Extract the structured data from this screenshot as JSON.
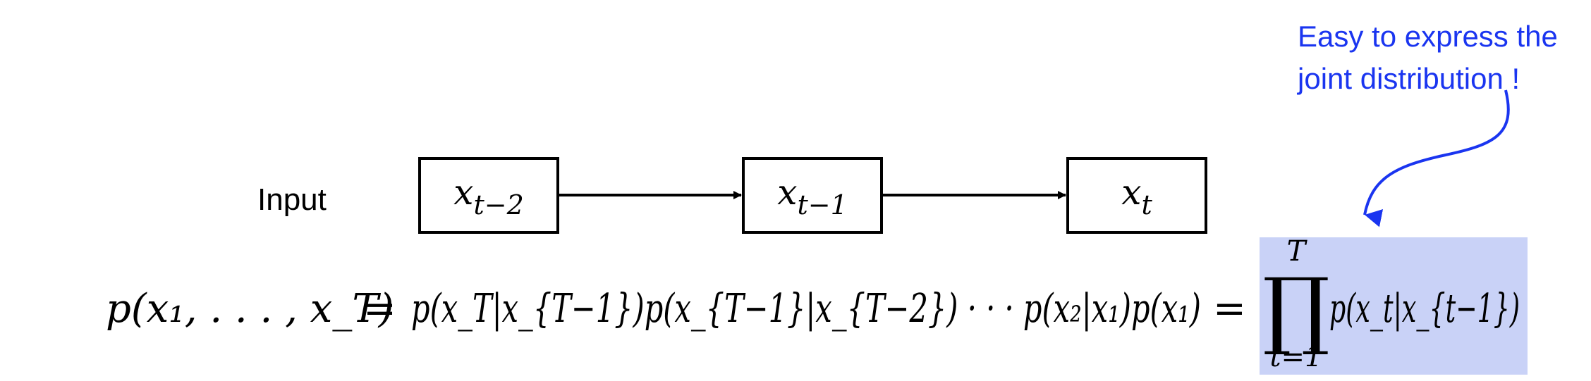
{
  "annotation": {
    "line1": "Easy to express the",
    "line2": "joint distribution !",
    "color": "#1a35f0"
  },
  "input_label": "Input",
  "nodes": [
    {
      "base": "x",
      "sub": "t−2"
    },
    {
      "base": "x",
      "sub": "t−1"
    },
    {
      "base": "x",
      "sub": "t"
    }
  ],
  "equation": {
    "lhs": "p(x₁, . . . , x_T)",
    "expansion": "p(x_T|x_{T−1})p(x_{T−1}|x_{T−2}) · · · p(x₂|x₁)p(x₁)",
    "product_upper": "T",
    "product_lower": "t=1",
    "product_term": "p(x_t|x_{t−1})",
    "highlight_color": "#c9d2f7"
  }
}
